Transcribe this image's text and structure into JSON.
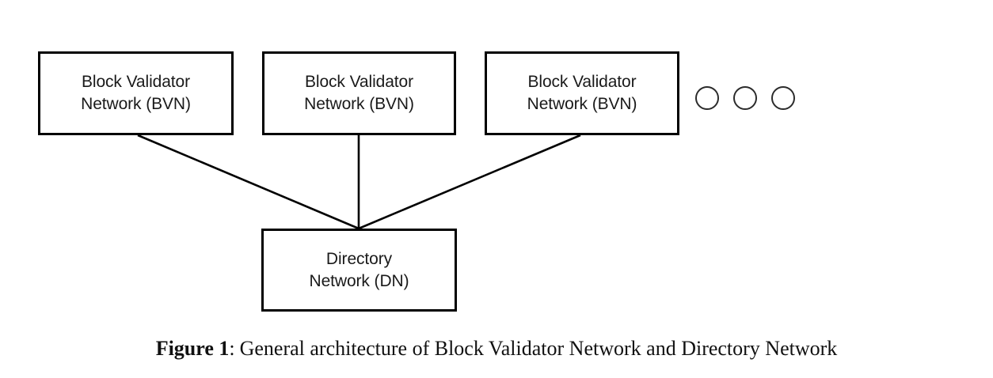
{
  "figure": {
    "caption_label": "Figure 1",
    "caption_separator": ":",
    "caption_text": "General architecture of Block Validator Network and Directory Network"
  },
  "diagram": {
    "type": "node-link",
    "background_color": "#ffffff",
    "stroke_color": "#000000",
    "nodes": [
      {
        "id": "bvn-1",
        "label_line_1": "Block Validator",
        "label_line_2": "Network (BVN)",
        "shape": "rectangle"
      },
      {
        "id": "bvn-2",
        "label_line_1": "Block Validator",
        "label_line_2": "Network (BVN)",
        "shape": "rectangle"
      },
      {
        "id": "bvn-3",
        "label_line_1": "Block Validator",
        "label_line_2": "Network (BVN)",
        "shape": "rectangle"
      },
      {
        "id": "dn",
        "label_line_1": "Directory",
        "label_line_2": "Network (DN)",
        "shape": "rectangle"
      }
    ],
    "ellipsis": {
      "symbol": "circle",
      "count": 3,
      "meaning": "more-bvn-nodes"
    },
    "edges": [
      {
        "from": "bvn-1",
        "to": "dn"
      },
      {
        "from": "bvn-2",
        "to": "dn"
      },
      {
        "from": "bvn-3",
        "to": "dn"
      }
    ]
  }
}
